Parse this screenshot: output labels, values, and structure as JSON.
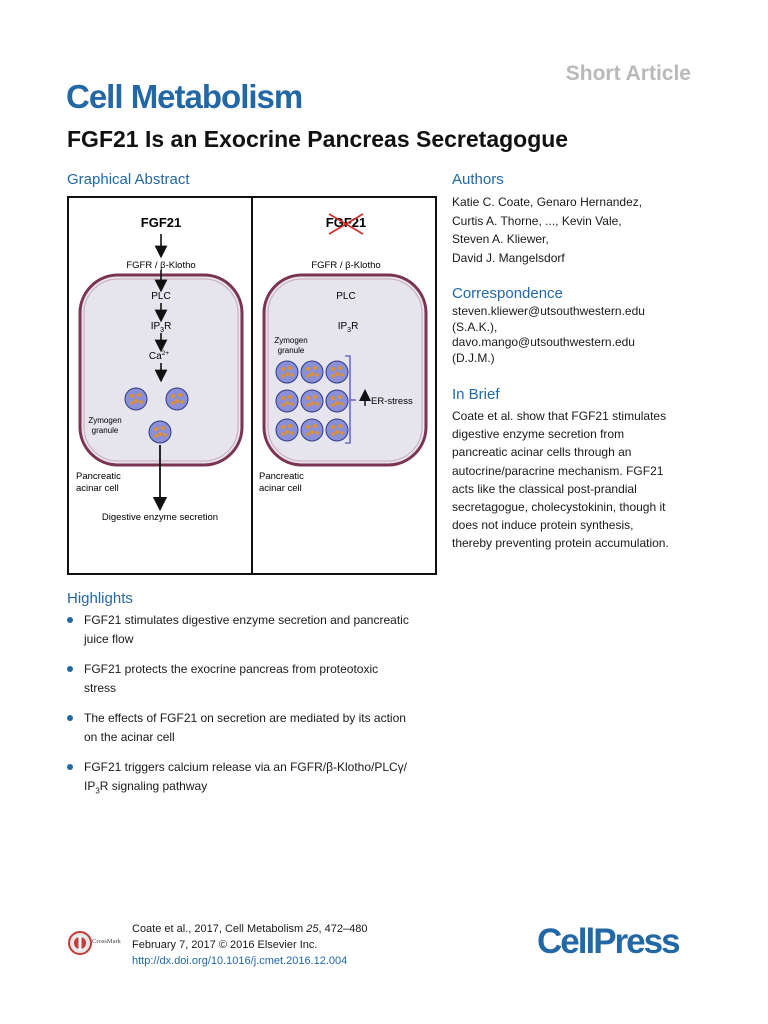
{
  "header": {
    "article_type": "Short Article",
    "journal": "Cell Metabolism",
    "title": "FGF21 Is an Exocrine Pancreas Secretagogue"
  },
  "graphical_abstract": {
    "heading": "Graphical Abstract",
    "left_panel": {
      "ligand": "FGF21",
      "receptor": "FGFR / β-Klotho",
      "plc": "PLC",
      "ip3r_main": "IP",
      "ip3r_sub": "3",
      "ip3r_tail": "R",
      "ca_main": "Ca",
      "ca_sup": "2+",
      "granule_label_1": "Zymogen",
      "granule_label_2": "granule",
      "cell_label_1": "Pancreatic",
      "cell_label_2": "acinar cell",
      "output": "Digestive enzyme secretion"
    },
    "right_panel": {
      "ligand": "FGF21",
      "receptor": "FGFR / β-Klotho",
      "plc": "PLC",
      "ip3r_main": "IP",
      "ip3r_sub": "3",
      "ip3r_tail": "R",
      "granule_label_1": "Zymogen",
      "granule_label_2": "granule",
      "stress": "ER-stress",
      "cell_label_1": "Pancreatic",
      "cell_label_2": "acinar cell"
    }
  },
  "authors": {
    "heading": "Authors",
    "lines": [
      "Katie C. Coate, Genaro Hernandez,",
      "Curtis A. Thorne, ..., Kevin Vale,",
      "Steven A. Kliewer,",
      "David J. Mangelsdorf"
    ]
  },
  "correspondence": {
    "heading": "Correspondence",
    "lines": [
      "steven.kliewer@utsouthwestern.edu",
      "(S.A.K.),",
      "davo.mango@utsouthwestern.edu",
      "(D.J.M.)"
    ]
  },
  "in_brief": {
    "heading": "In Brief",
    "lines": [
      "Coate et al. show that FGF21 stimulates",
      "digestive enzyme secretion from",
      "pancreatic acinar cells through an",
      "autocrine/paracrine mechanism. FGF21",
      "acts like the classical post-prandial",
      "secretagogue, cholecystokinin, though it",
      "does not induce protein synthesis,",
      "thereby preventing protein accumulation."
    ]
  },
  "highlights": {
    "heading": "Highlights",
    "items": [
      {
        "line1": "FGF21 stimulates digestive enzyme secretion and pancreatic",
        "line2": "juice flow"
      },
      {
        "line1": "FGF21 protects the exocrine pancreas from proteotoxic",
        "line2": "stress"
      },
      {
        "line1": "The effects of FGF21 on secretion are mediated by its action",
        "line2": "on the acinar cell"
      },
      {
        "line1": "FGF21 triggers calcium release via an FGFR/β-Klotho/PLCγ/",
        "line2_main": "IP",
        "line2_sub": "3",
        "line2_tail": "R signaling pathway"
      }
    ]
  },
  "footer": {
    "crossmark": "CrossMark",
    "citation_prefix": "Coate et al., 2017, Cell Metabolism ",
    "citation_volume": "25",
    "citation_pages": ", 472–480",
    "citation_line2": "February 7, 2017 © 2016 Elsevier Inc.",
    "doi": "http://dx.doi.org/10.1016/j.cmet.2016.12.004",
    "publisher_logo": "CellPress"
  },
  "colors": {
    "accent_blue": "#2368a6",
    "cell_fill": "#e6e4ec",
    "cell_border": "#7a3552",
    "granule_fill": "#8a8fd6",
    "granule_dot": "#e0902c"
  }
}
